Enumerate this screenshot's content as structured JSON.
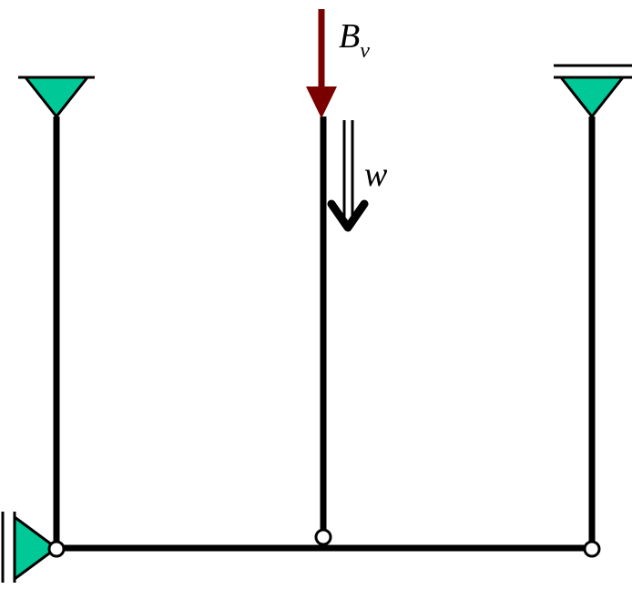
{
  "diagram": {
    "labels": {
      "force_main": "B",
      "force_sub": "v",
      "displacement": "w"
    },
    "colors": {
      "support_fill": "#00c896",
      "force_arrow": "#7a0000",
      "member": "#000000",
      "hinge_fill": "#ffffff"
    },
    "icons": {
      "support": "pin-support-triangle",
      "roller_support": "roller-support-triangle",
      "force_arrow": "downward-force-arrow",
      "displacement_arrow": "double-line-downward-arrow"
    }
  }
}
